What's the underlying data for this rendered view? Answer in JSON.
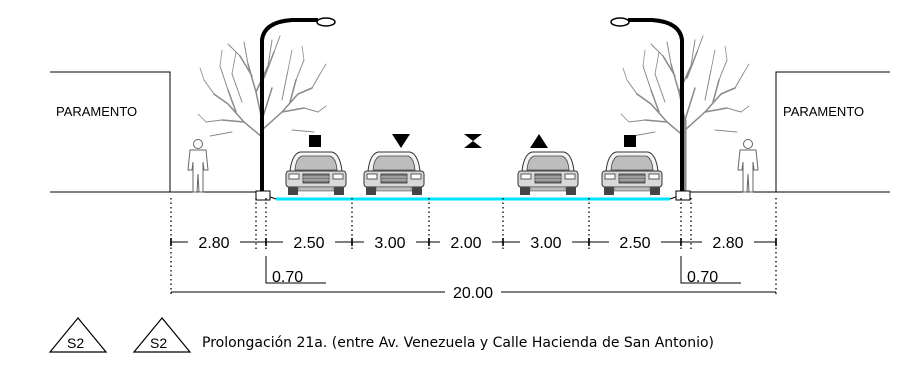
{
  "buildings": {
    "left_label": "PARAMENTO",
    "right_label": "PARAMENTO"
  },
  "lane_markers": {
    "items": [
      "square",
      "triangle-down",
      "hourglass",
      "triangle-up",
      "square"
    ]
  },
  "dimensions": {
    "segments": [
      "2.80",
      "2.50",
      "3.00",
      "2.00",
      "3.00",
      "2.50",
      "2.80"
    ],
    "left_offset": "0.70",
    "right_offset": "0.70",
    "total": "20.00"
  },
  "caption": {
    "badge_left": "S2",
    "badge_right": "S2",
    "text": "Prolongación 21a. (entre Av. Venezuela y Calle Hacienda de San Antonio)"
  },
  "colors": {
    "line": "#000000",
    "road_surface": "#00e5ff",
    "tree": "#8a8a8a",
    "car_fill": "#d9d9d9"
  }
}
